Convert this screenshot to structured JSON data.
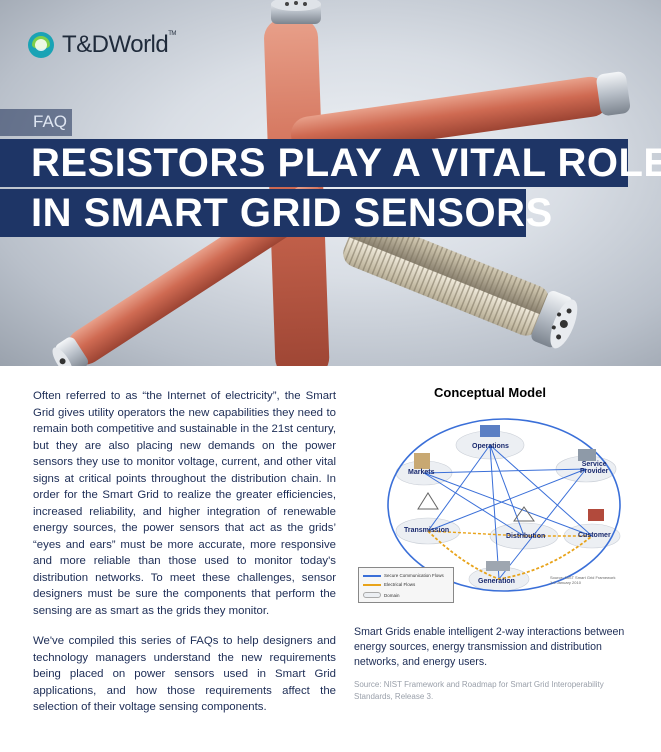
{
  "brand": {
    "name": "T&DWorld",
    "trademark": "TM"
  },
  "header": {
    "tag": "FAQ",
    "title_line1": "RESISTORS PLAY A VITAL ROLE",
    "title_line2": "IN SMART GRID SENSORS"
  },
  "article": {
    "paragraph1": "Often referred to as “the Internet of electricity”, the Smart Grid gives utility operators the new capabilities they need to remain both competitive and sustainable in the 21st century, but they are also placing new demands on the power sensors they use to monitor voltage, current, and other vital signs at critical points throughout the distribution chain. In order for the Smart Grid to realize the greater efficiencies, increased reliability, and higher integration of renewable energy sources, the power sensors that act as the grids’ “eyes and ears” must be more accurate, more responsive and more reliable than those used to monitor today's distribution networks. To meet these challenges, sensor designers must be sure the components that perform the sensing are as smart as the grids they monitor.",
    "paragraph2": "We've compiled this series of FAQs to help designers and technology managers understand the new requirements being placed on power sensors used in Smart Grid applications, and how those requirements affect the selection of their voltage sensing components."
  },
  "figure": {
    "title": "Conceptual Model",
    "nodes": {
      "operations": "Operations",
      "markets": "Markets",
      "service_provider_1": "Service",
      "service_provider_2": "Provider",
      "transmission": "Transmission",
      "distribution": "Distribution",
      "customer": "Customer",
      "generation": "Generation"
    },
    "legend": {
      "secure": "Secure Communication Flows",
      "electrical": "Electrical Flows",
      "domain": "Domain"
    },
    "source_note": "Source: NIST Smart Grid Framework 1.0 January 2010",
    "colors": {
      "communication": "#3a6fd8",
      "electrical": "#e8a31a",
      "domain_cloud": "#eceff3",
      "labels": "#1a2a6e"
    }
  },
  "caption": "Smart Grids enable intelligent 2-way interactions between energy sources, energy transmission and distribution networks, and energy users.",
  "source": "Source: NIST Framework and Roadmap for Smart Grid Interoperability Standards, Release 3.",
  "colors": {
    "title_band": "#1e3566",
    "body_text": "#1c2c55",
    "source_text": "#9aa0aa"
  }
}
